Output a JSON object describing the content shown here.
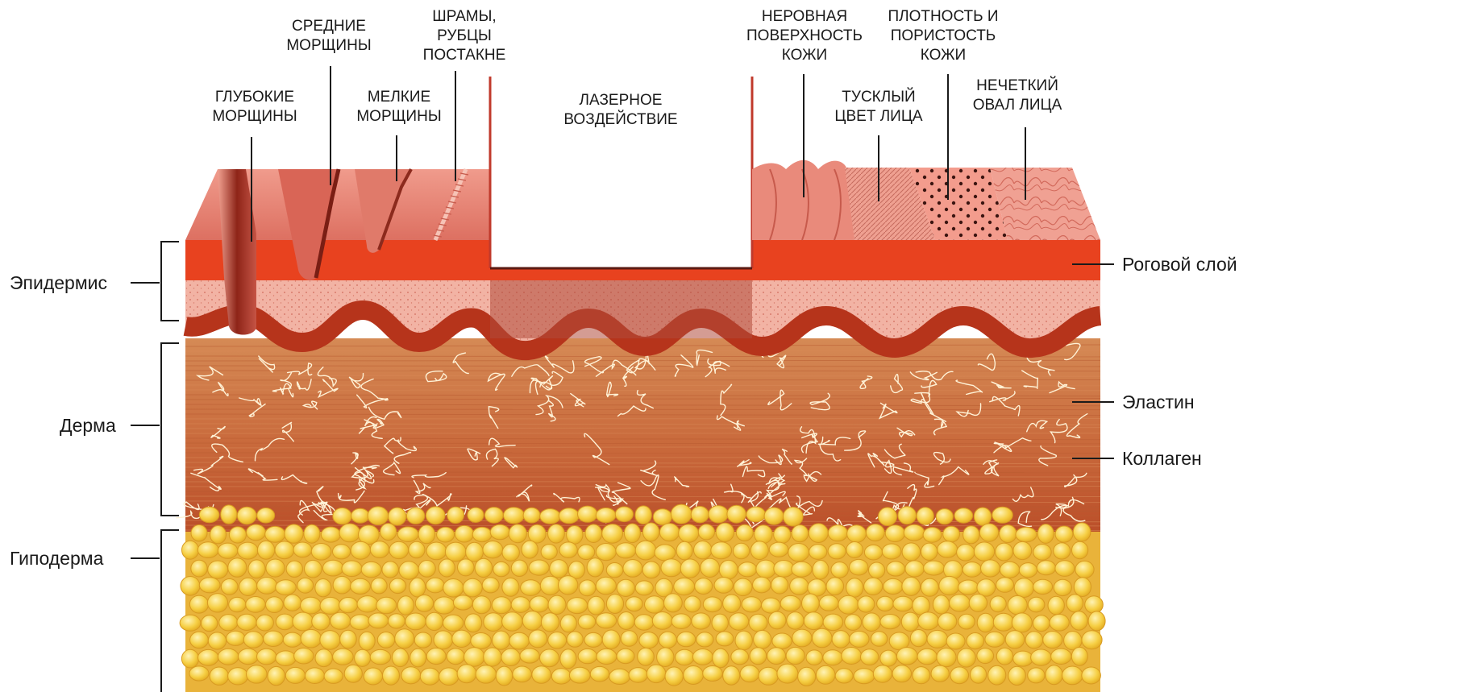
{
  "top_labels": {
    "deep": [
      "ГЛУБОКИЕ",
      "МОРЩИНЫ"
    ],
    "medium": [
      "СРЕДНИЕ",
      "МОРЩИНЫ"
    ],
    "fine": [
      "МЕЛКИЕ",
      "МОРЩИНЫ"
    ],
    "scars": [
      "ШРАМЫ,",
      "РУБЦЫ",
      "ПОСТАКНЕ"
    ],
    "laser": [
      "ЛАЗЕРНОЕ",
      "ВОЗДЕЙСТВИЕ"
    ],
    "uneven": [
      "НЕРОВНАЯ",
      "ПОВЕРХНОСТЬ",
      "КОЖИ"
    ],
    "density": [
      "ПЛОТНОСТЬ И",
      "ПОРИСТОСТЬ",
      "КОЖИ"
    ],
    "dull": [
      "ТУСКЛЫЙ",
      "ЦВЕТ ЛИЦА"
    ],
    "oval": [
      "НЕЧЕТКИЙ",
      "ОВАЛ ЛИЦА"
    ]
  },
  "layers_left": {
    "epidermis": "Эпидермис",
    "dermis": "Дерма",
    "hypodermis": "Гиподерма"
  },
  "layers_right": {
    "stratum": "Роговой слой",
    "elastin": "Эластин",
    "collagen": "Коллаген"
  },
  "colors": {
    "stratum_red": "#e8421f",
    "surface_pink": "#ea8a7c",
    "epidermis_pink": "#f2b3a4",
    "basal_wave": "#b6341b",
    "dermis": "#c96a3c",
    "fat": "#f4c431",
    "fiber": "#fff2d6"
  }
}
